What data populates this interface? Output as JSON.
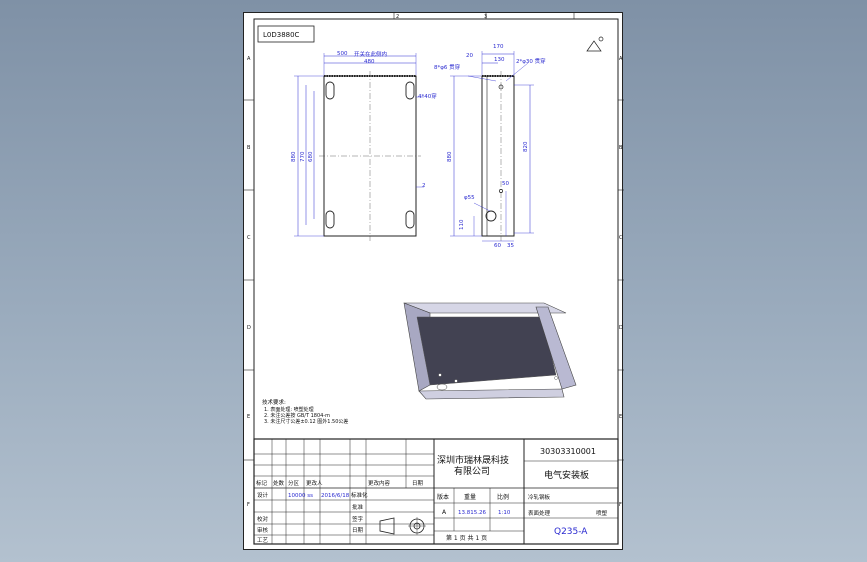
{
  "drawing": {
    "border": {
      "top_zones": [
        "2",
        "3"
      ],
      "side_zones": [
        "A",
        "B",
        "C",
        "D",
        "E",
        "F"
      ]
    },
    "part_code": "L0D3880C",
    "front_view": {
      "dims": {
        "outer_width": "500",
        "inner_width": "480",
        "height_outer": "880",
        "height_mid": "770",
        "height_inner": "680",
        "slot": "4*40穿",
        "edge": "2"
      },
      "note_top": "开关在此侧内"
    },
    "side_view": {
      "dims": {
        "top_total": "170",
        "top_left": "20",
        "top_right": "130",
        "height": "880",
        "height_right": "820",
        "hole_top_left": "8*φ6 贯穿",
        "hole_top_right": "2*φ30 贯穿",
        "hole_bottom": "φ55",
        "bottom_small": "50",
        "bottom_left": "110",
        "bottom_mid": "60",
        "bottom_right": "35"
      }
    },
    "notes": {
      "heading": "技术要求:",
      "items": [
        "1. 表面处理: 喷塑处理",
        "2. 未注公差按 GB/T 1804-m",
        "3. 未注尺寸公差±0.12 图外1.50公差"
      ]
    },
    "title_block": {
      "company_line1": "深圳市瑞林晟科技",
      "company_line2": "有限公司",
      "drawing_number": "30303310001",
      "part_name": "电气安装板",
      "drawing_code": "Q235-A",
      "rev_headers": [
        "标记",
        "处数",
        "分区",
        "更改人",
        "更改内容",
        "日期"
      ],
      "roles": [
        "设计",
        "校对",
        "审核",
        "工艺"
      ],
      "designer": "10000 ss",
      "design_date": "2016/6/18",
      "standard_label": "标准化",
      "approve_label": "批准",
      "sheet_labels": [
        "签字",
        "日期"
      ],
      "col_headers": [
        "版本",
        "重量",
        "比例"
      ],
      "material": "冷轧钢板",
      "version": "A",
      "weight": "13.815.26",
      "scale": "1:10",
      "finish_label": "表面处理",
      "finish_value": "喷塑",
      "sheet_info": "第 1 页 共 1 页"
    }
  }
}
